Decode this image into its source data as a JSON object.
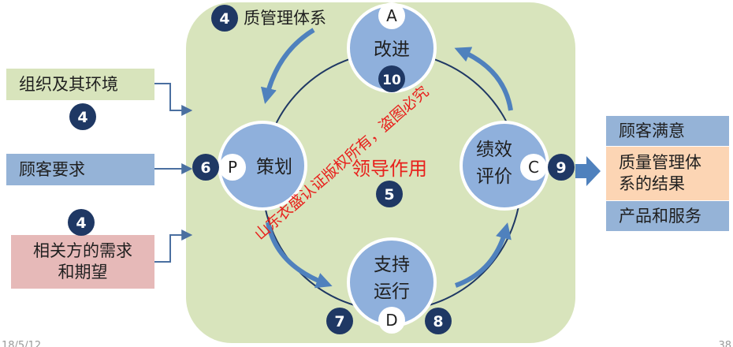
{
  "diagram": {
    "title_number": "4",
    "title": "质管理体系",
    "center_label": "领导作用",
    "center_number": "5",
    "nodes": {
      "improve": {
        "label": "改进",
        "letter": "A",
        "number": "10"
      },
      "plan": {
        "label": "策划",
        "letter": "P",
        "number": "6"
      },
      "evaluate": {
        "label_line1": "绩效",
        "label_line2": "评价",
        "letter": "C",
        "number": "9"
      },
      "support": {
        "label_line1": "支持",
        "label_line2": "运行",
        "letter": "D",
        "number_left": "7",
        "number_right": "8"
      }
    },
    "inputs": {
      "context": {
        "label": "组织及其环境",
        "number": "4"
      },
      "customer_requirements": {
        "label": "顾客要求"
      },
      "interested_parties": {
        "number": "4",
        "label_line1": "相关方的需求",
        "label_line2": "和期望"
      }
    },
    "outputs": {
      "satisfaction": {
        "label": "顾客满意"
      },
      "qms_results": {
        "label_line1": "质量管理体",
        "label_line2": "系的结果"
      },
      "products": {
        "label": "产品和服务"
      }
    },
    "watermark": "山东衣盛认证版权所有，盗图必究",
    "footer": {
      "date": "18/5/12",
      "page": "38"
    }
  }
}
